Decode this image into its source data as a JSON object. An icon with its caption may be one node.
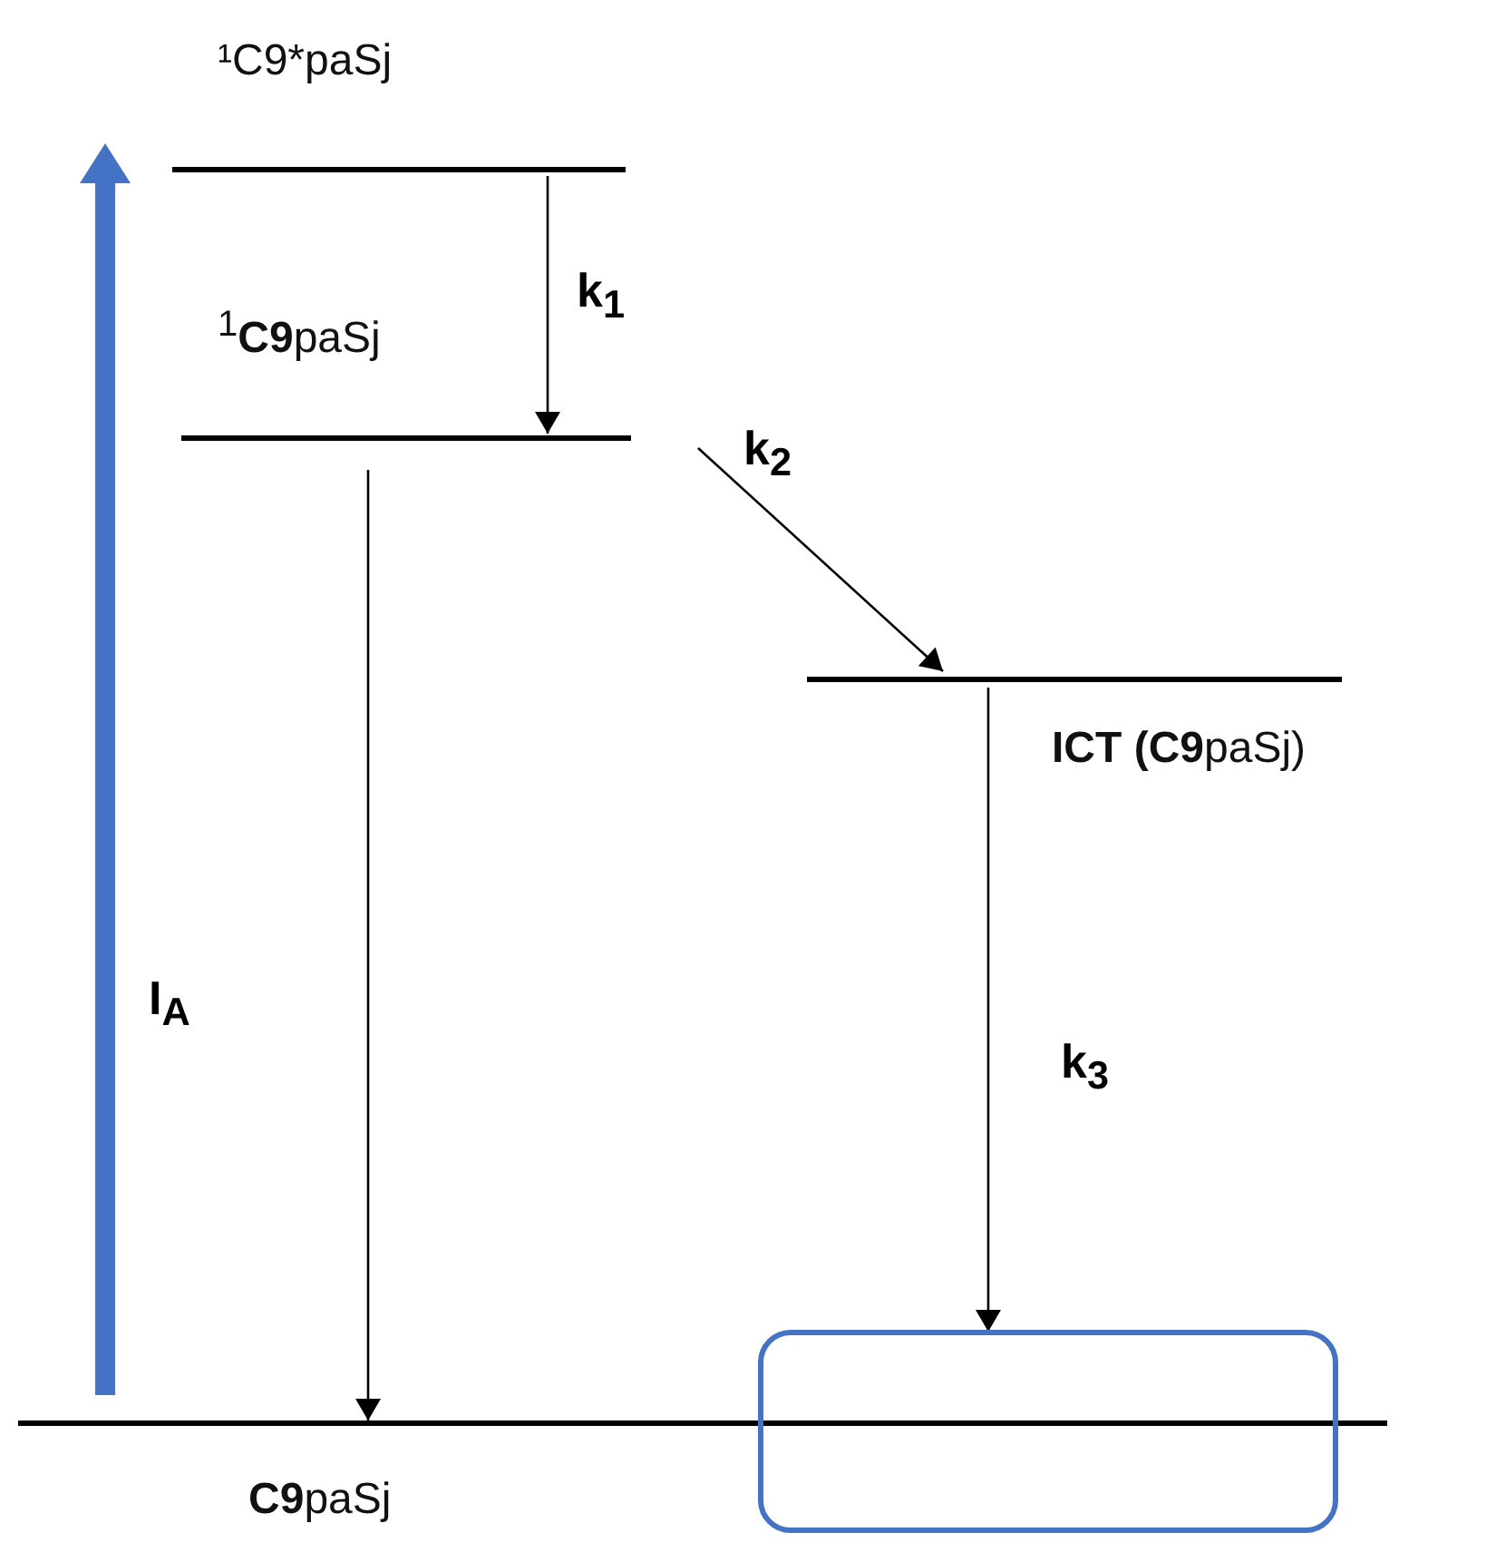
{
  "diagram": {
    "nodes": [
      {
        "text": [
          "¹C9*paSj"
        ]
      },
      {
        "text": [
          "$^{1}$**C9**paSj"
        ]
      },
      {
        "text": [
          "**ICT (C9**paSj)"
        ]
      },
      {
        "text": [
          "**C9**paSj"
        ]
      },
      {
        "text": [],
        "shape": "box"
      }
    ],
    "edges": [
      {
        "from": 3,
        "to": 0,
        "arrow": "to",
        "label": "I$_{A}$",
        "style": "thick",
        "color": "#4472c4"
      },
      {
        "from": 0,
        "to": 1,
        "arrow": "to",
        "label": "**k**$_{1}$"
      },
      {
        "from": 1,
        "to": 2,
        "arrow": "to",
        "label": "**k**$_{2}$"
      },
      {
        "from": 1,
        "to": 3,
        "arrow": "to"
      },
      {
        "from": 2,
        "to": 4,
        "arrow": "to",
        "label": "**k**$_{3}$"
      }
    ]
  }
}
